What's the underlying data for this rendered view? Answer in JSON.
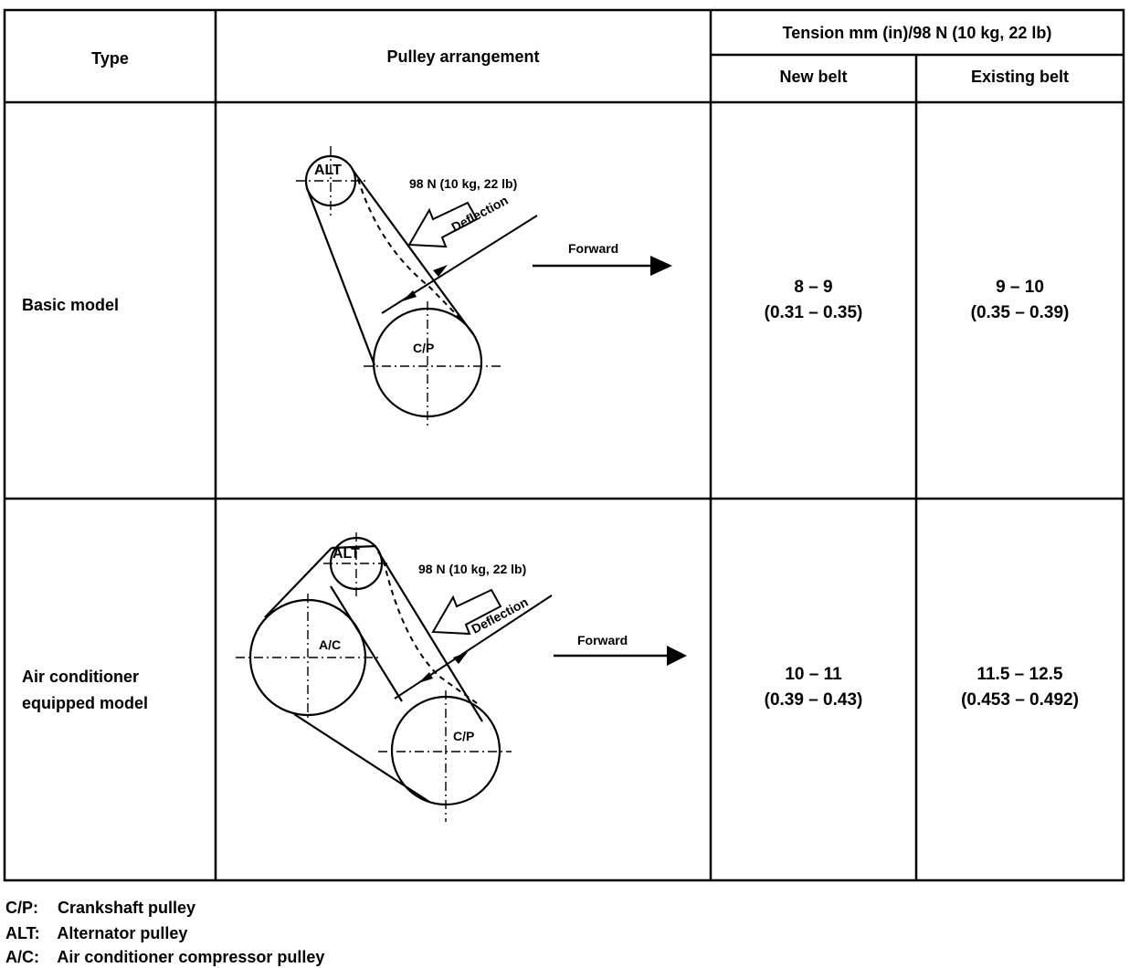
{
  "table": {
    "headers": {
      "type": "Type",
      "pulley": "Pulley arrangement",
      "tension": "Tension mm (in)/98 N (10 kg, 22 lb)",
      "new_belt": "New belt",
      "existing_belt": "Existing belt"
    },
    "rows": [
      {
        "type": "Basic model",
        "new_line1": "8 – 9",
        "new_line2": "(0.31 – 0.35)",
        "existing_line1": "9 – 10",
        "existing_line2": "(0.35 – 0.39)"
      },
      {
        "type_line1": "Air conditioner",
        "type_line2": "equipped model",
        "new_line1": "10 – 11",
        "new_line2": "(0.39 – 0.43)",
        "existing_line1": "11.5 – 12.5",
        "existing_line2": "(0.453 – 0.492)"
      }
    ]
  },
  "diagram": {
    "load_label": "98 N (10 kg, 22 lb)",
    "deflection_label": "Deflection",
    "forward_label": "Forward",
    "alt_label": "ALT",
    "cp_label": "C/P",
    "ac_label": "A/C"
  },
  "legend": [
    {
      "abbr": "C/P:",
      "text": "Crankshaft pulley"
    },
    {
      "abbr": "ALT:",
      "text": "Alternator pulley"
    },
    {
      "abbr": "A/C:",
      "text": "Air conditioner compressor pulley"
    }
  ]
}
